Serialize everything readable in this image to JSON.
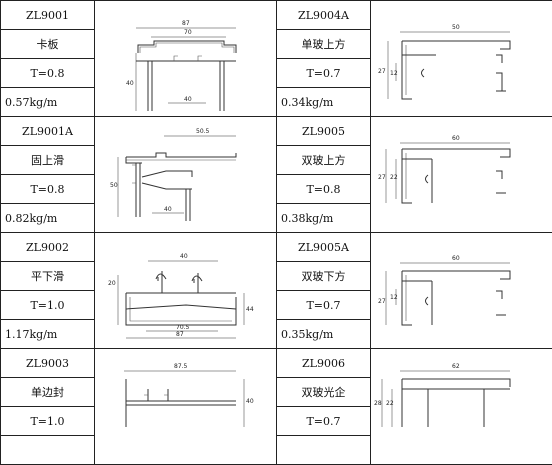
{
  "products": [
    {
      "code": "ZL9001",
      "name": "卡板",
      "thickness": "T=0.8",
      "weight": "0.57kg/m",
      "dims": {
        "a": "87",
        "b": "70",
        "c": "40",
        "d": "40"
      }
    },
    {
      "code": "ZL9004A",
      "name": "单玻上方",
      "thickness": "T=0.7",
      "weight": "0.34kg/m",
      "dims": {
        "a": "50",
        "b": "27",
        "c": "12"
      }
    },
    {
      "code": "ZL9001A",
      "name": "固上滑",
      "thickness": "T=0.8",
      "weight": "0.82kg/m",
      "dims": {
        "a": "50.5",
        "b": "50",
        "c": "40"
      }
    },
    {
      "code": "ZL9005",
      "name": "双玻上方",
      "thickness": "T=0.8",
      "weight": "0.38kg/m",
      "dims": {
        "a": "60",
        "b": "27",
        "c": "22"
      }
    },
    {
      "code": "ZL9002",
      "name": "平下滑",
      "thickness": "T=1.0",
      "weight": "1.17kg/m",
      "dims": {
        "a": "40",
        "b": "20",
        "c": "44",
        "d": "70.5",
        "e": "87"
      }
    },
    {
      "code": "ZL9005A",
      "name": "双玻下方",
      "thickness": "T=0.7",
      "weight": "0.35kg/m",
      "dims": {
        "a": "60",
        "b": "27",
        "c": "12"
      }
    },
    {
      "code": "ZL9003",
      "name": "单边封",
      "thickness": "T=1.0",
      "weight": "",
      "dims": {
        "a": "87.5",
        "b": "40"
      }
    },
    {
      "code": "ZL9006",
      "name": "双玻光企",
      "thickness": "T=0.7",
      "weight": "",
      "dims": {
        "a": "62",
        "b": "28",
        "c": "22"
      }
    }
  ]
}
